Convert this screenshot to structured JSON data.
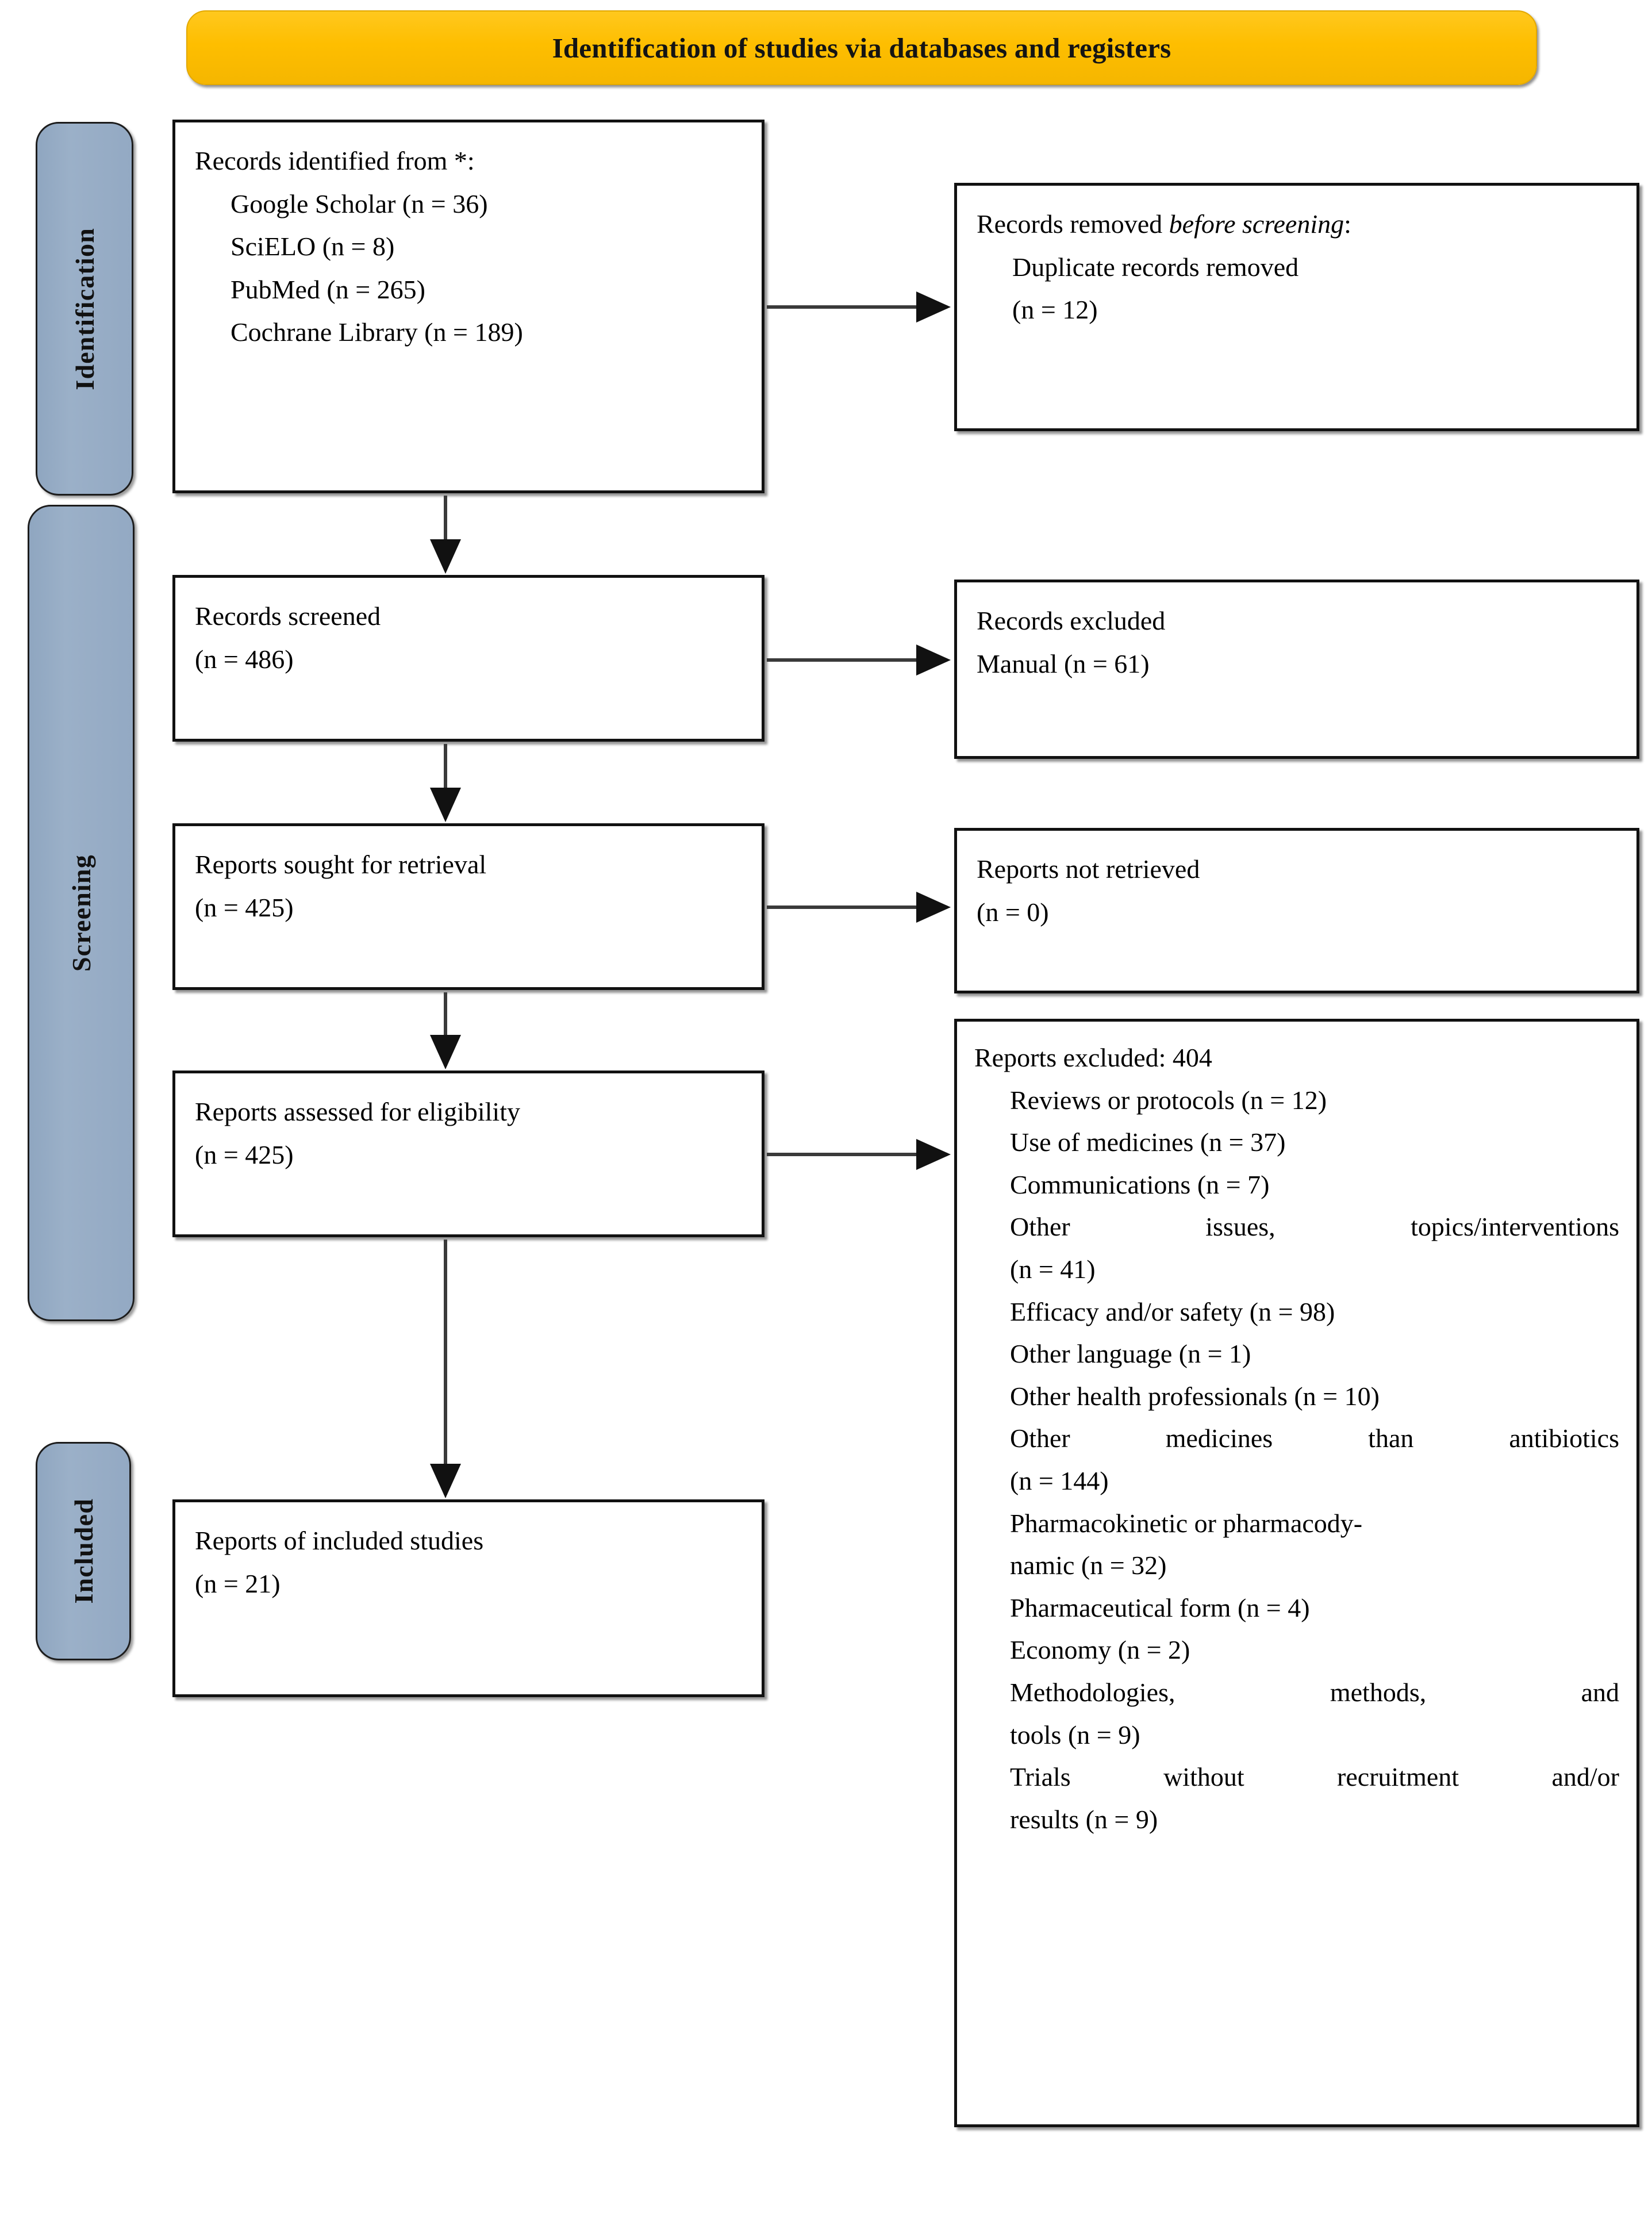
{
  "banner": {
    "title": "Identification of studies via databases and registers",
    "color": "#FEBE00"
  },
  "stages": {
    "color": "#95ABC4",
    "identification": "Identification",
    "screening": "Screening",
    "included": "Included"
  },
  "boxes": {
    "records_identified": {
      "heading": "Records identified from *:",
      "sources": [
        "Google Scholar (n = 36)",
        "SciELO (n = 8)",
        "PubMed (n = 265)",
        "Cochrane Library (n = 189)"
      ]
    },
    "records_removed": {
      "heading_lead": "Records removed ",
      "heading_italic": "before screening",
      "heading_tail": ":",
      "detail": "Duplicate records removed",
      "count": "(n = 12)"
    },
    "records_screened": {
      "heading": "Records screened",
      "count": "(n = 486)"
    },
    "records_excluded": {
      "heading": "Records excluded",
      "detail": "Manual (n = 61)"
    },
    "reports_sought": {
      "heading": "Reports sought for retrieval",
      "count": "(n = 425)"
    },
    "reports_not_retrieved": {
      "heading": "Reports not retrieved",
      "count": "(n = 0)"
    },
    "reports_assessed": {
      "heading": "Reports assessed for eligibility",
      "count": "(n = 425)"
    },
    "reports_excluded": {
      "heading": "Reports excluded: 404",
      "reasons": [
        {
          "text": "Reviews or protocols (n = 12)",
          "wrap": false
        },
        {
          "text": "Use of medicines (n = 37)",
          "wrap": false
        },
        {
          "text": "Communications (n = 7)",
          "wrap": false
        },
        {
          "text": "Other issues, topics/interventions",
          "wrap": true,
          "cont": "(n = 41)"
        },
        {
          "text": "Efficacy and/or safety (n = 98)",
          "wrap": false
        },
        {
          "text": "Other language (n = 1)",
          "wrap": false
        },
        {
          "text": "Other health professionals (n = 10)",
          "wrap": false
        },
        {
          "text": "Other medicines than antibiotics",
          "wrap": true,
          "cont": "(n = 144)"
        },
        {
          "text": "Pharmacokinetic or pharmacody-",
          "wrap": false,
          "cont": "namic (n = 32)"
        },
        {
          "text": "Pharmaceutical form (n = 4)",
          "wrap": false
        },
        {
          "text": "Economy (n = 2)",
          "wrap": false
        },
        {
          "text": "Methodologies, methods, and",
          "wrap": true,
          "cont": "tools (n = 9)"
        },
        {
          "text": "Trials without recruitment and/or",
          "wrap": true,
          "cont": "results (n = 9)"
        }
      ]
    },
    "reports_included": {
      "heading": "Reports of included studies",
      "count": "(n = 21)"
    }
  }
}
